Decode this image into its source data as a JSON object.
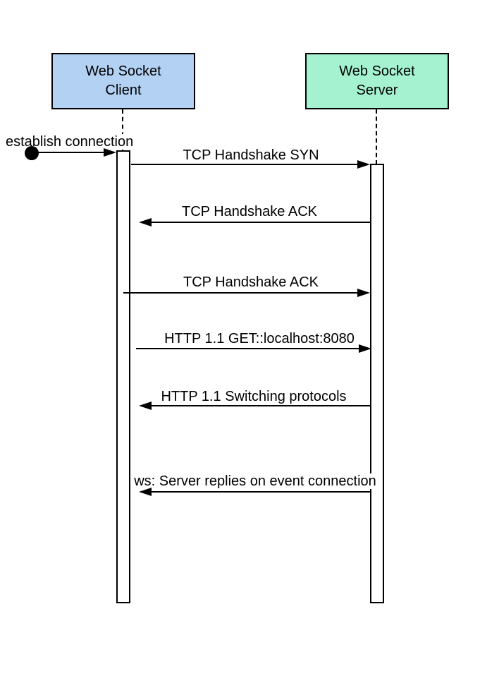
{
  "diagram_type": "sequence",
  "actors": [
    {
      "id": "client",
      "title_lines": [
        "Web Socket",
        "Client"
      ],
      "full_title": "Web Socket Client",
      "fill": "#B3D1F2"
    },
    {
      "id": "server",
      "title_lines": [
        "Web Socket",
        "Server"
      ],
      "full_title": "Web Socket Server",
      "fill": "#A4F2D0"
    }
  ],
  "messages": [
    {
      "label": "establish connection",
      "from": "external",
      "to": "client",
      "arrow": "right",
      "start_marker": "filled-circle"
    },
    {
      "label": "TCP Handshake SYN",
      "from": "client",
      "to": "server",
      "arrow": "right"
    },
    {
      "label": "TCP Handshake ACK",
      "from": "server",
      "to": "client",
      "arrow": "left"
    },
    {
      "label": "TCP Handshake ACK",
      "from": "client",
      "to": "server",
      "arrow": "right"
    },
    {
      "label": "HTTP 1.1 GET::localhost:8080",
      "from": "client",
      "to": "server",
      "arrow": "right"
    },
    {
      "label": "HTTP 1.1 Switching protocols",
      "from": "server",
      "to": "client",
      "arrow": "left"
    },
    {
      "label": "ws: Server replies on event connection",
      "from": "server",
      "to": "client",
      "arrow": "left"
    }
  ],
  "colors": {
    "client_fill": "#B3D1F2",
    "server_fill": "#A4F2D0",
    "stroke": "#000000",
    "background": "#FFFFFF"
  }
}
